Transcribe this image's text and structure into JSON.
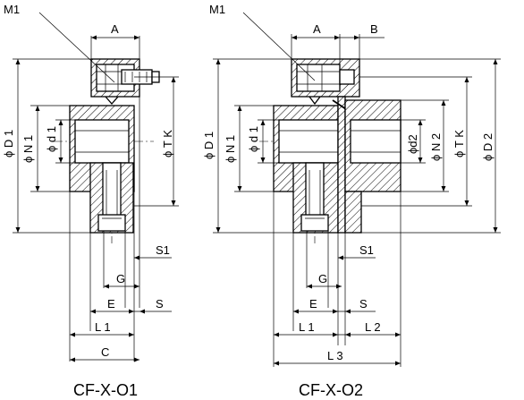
{
  "left": {
    "caption": "CF-X-O1",
    "labels": {
      "m1": "M1",
      "a": "A",
      "d1": "ϕ D 1",
      "n1": "ϕ N 1",
      "d_small": "ϕ d 1",
      "tk": "ϕ T K",
      "s1": "S1",
      "g": "G",
      "e": "E",
      "s": "S",
      "l1": "L 1",
      "c": "C"
    }
  },
  "right": {
    "caption": "CF-X-O2",
    "labels": {
      "m1": "M1",
      "a": "A",
      "b": "B",
      "d1": "ϕ D 1",
      "n1": "ϕ N 1",
      "d_small": "ϕ d 1",
      "d2_small": "ϕd2",
      "n2": "ϕ N 2",
      "tk": "ϕ T K",
      "d2": "ϕ D 2",
      "s1": "S1",
      "g": "G",
      "e": "E",
      "s": "S",
      "l1": "L 1",
      "l2": "L 2",
      "l3": "L 3"
    }
  }
}
